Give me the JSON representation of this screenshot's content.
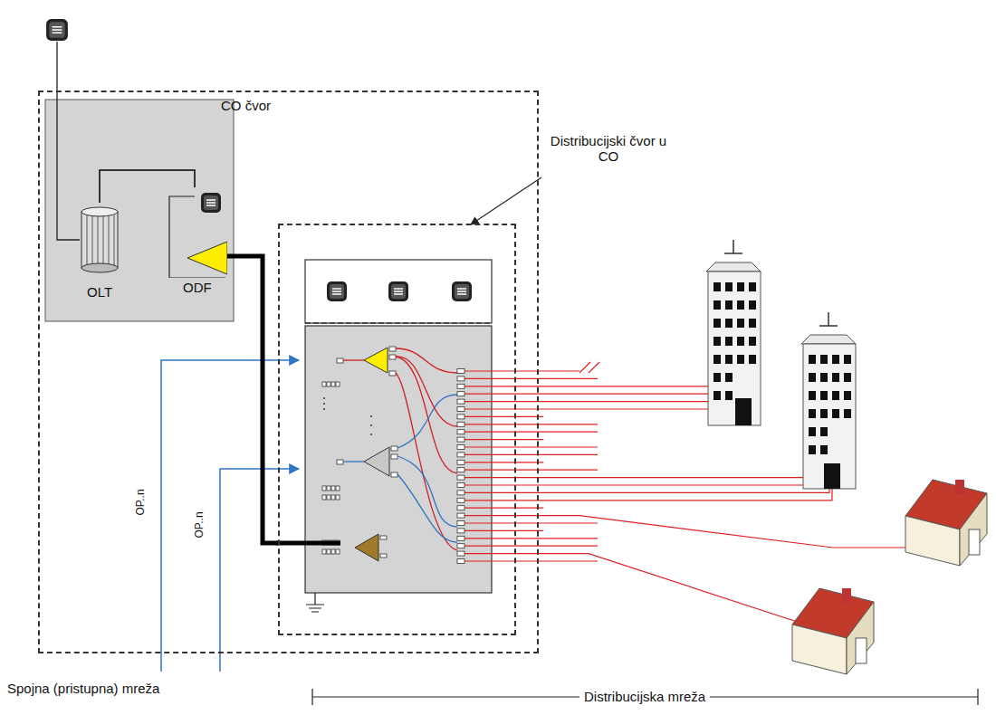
{
  "diagram": {
    "nodes": [
      {
        "text": [
          "CO čvor"
        ]
      },
      {
        "text": [
          "OLT"
        ],
        "in": 0
      },
      {
        "text": [
          "ODF"
        ],
        "in": 0
      },
      {
        "text": [
          "Distribucijski čvor u CO"
        ],
        "in": 0
      }
    ],
    "edges": [
      {
        "from": 1,
        "to": 2,
        "arrow": "none"
      },
      {
        "from": 2,
        "to": 3,
        "arrow": "none"
      }
    ],
    "labels": [
      "OP..n",
      "OP..n",
      "Spojna (pristupna) mreža",
      "Distribucijska mreža"
    ]
  }
}
